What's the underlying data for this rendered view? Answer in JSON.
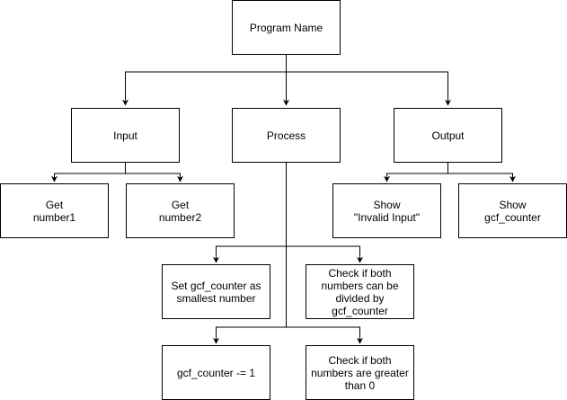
{
  "diagram": {
    "nodes": {
      "program_name": "Program Name",
      "input": "Input",
      "process": "Process",
      "output": "Output",
      "get_number1": "Get\nnumber1",
      "get_number2": "Get\nnumber2",
      "show_invalid": "Show\n\"Invalid Input\"",
      "show_gcf": "Show\ngcf_counter",
      "set_gcf": "Set gcf_counter as\nsmallest number",
      "check_divided": "Check if both\nnumbers can be\ndivided by\ngcf_counter",
      "gcf_decrement": "gcf_counter -= 1",
      "check_greater": "Check if both\nnumbers are greater\nthan 0"
    }
  }
}
